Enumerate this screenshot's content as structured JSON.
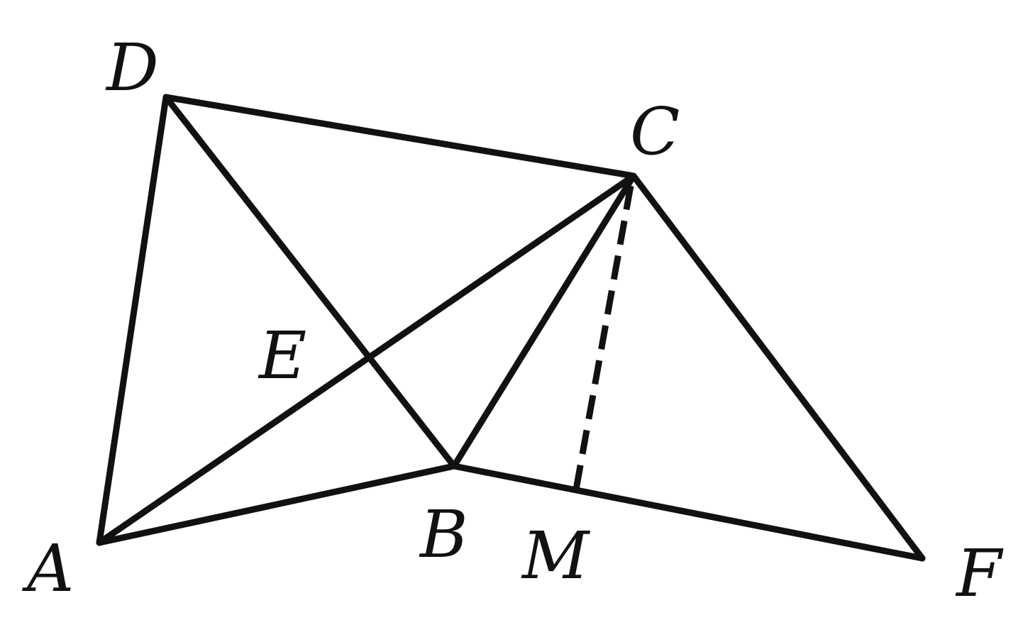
{
  "points": {
    "A": {
      "label": "A"
    },
    "B": {
      "label": "B"
    },
    "C": {
      "label": "C"
    },
    "D": {
      "label": "D"
    },
    "E": {
      "label": "E"
    },
    "F": {
      "label": "F"
    },
    "M": {
      "label": "M"
    }
  },
  "segments": [
    {
      "id": "DC",
      "from": "D",
      "to": "C",
      "style": "solid"
    },
    {
      "id": "DA",
      "from": "D",
      "to": "A",
      "style": "solid"
    },
    {
      "id": "DB",
      "from": "D",
      "to": "B",
      "style": "solid"
    },
    {
      "id": "AC",
      "from": "A",
      "to": "C",
      "style": "solid"
    },
    {
      "id": "AB",
      "from": "A",
      "to": "B",
      "style": "solid"
    },
    {
      "id": "BC",
      "from": "B",
      "to": "C",
      "style": "solid"
    },
    {
      "id": "BF",
      "from": "B",
      "to": "F",
      "style": "solid"
    },
    {
      "id": "CF",
      "from": "C",
      "to": "F",
      "style": "solid"
    },
    {
      "id": "CM",
      "from": "C",
      "to": "M",
      "style": "dashed"
    }
  ],
  "colors": {
    "line": "#111111",
    "background": "#ffffff"
  }
}
